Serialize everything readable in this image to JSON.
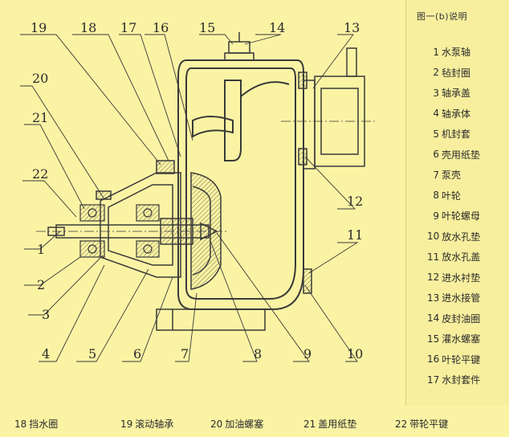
{
  "callout_numbers": [
    "1",
    "2",
    "3",
    "4",
    "5",
    "6",
    "7",
    "8",
    "9",
    "10",
    "11",
    "12",
    "13",
    "14",
    "15",
    "16",
    "17",
    "18",
    "19",
    "20",
    "21",
    "22"
  ],
  "legend": {
    "title": "图一(b)说明",
    "items": [
      {
        "num": "1",
        "label": "水泵轴"
      },
      {
        "num": "2",
        "label": "毡封圈"
      },
      {
        "num": "3",
        "label": "轴承盖"
      },
      {
        "num": "4",
        "label": "轴承体"
      },
      {
        "num": "5",
        "label": "机封套"
      },
      {
        "num": "6",
        "label": "壳用纸垫"
      },
      {
        "num": "7",
        "label": "泵壳"
      },
      {
        "num": "8",
        "label": "叶轮"
      },
      {
        "num": "9",
        "label": "叶轮螺母"
      },
      {
        "num": "10",
        "label": "放水孔垫"
      },
      {
        "num": "11",
        "label": "放水孔盖"
      },
      {
        "num": "12",
        "label": "进水衬垫"
      },
      {
        "num": "13",
        "label": "进水接管"
      },
      {
        "num": "14",
        "label": "皮封油圈"
      },
      {
        "num": "15",
        "label": "灌水螺塞"
      },
      {
        "num": "16",
        "label": "叶轮平键"
      },
      {
        "num": "17",
        "label": "水封套件"
      }
    ]
  },
  "bottom_legend": [
    {
      "num": "18",
      "label": "挡水圈"
    },
    {
      "num": "19",
      "label": "滚动轴承"
    },
    {
      "num": "20",
      "label": "加油螺塞"
    },
    {
      "num": "21",
      "label": "盖用纸垫"
    },
    {
      "num": "22",
      "label": "带轮平键"
    }
  ],
  "colors": {
    "background": "#fbf3a4",
    "line": "#3a3a3a",
    "hatch": "#6a6a4a"
  }
}
